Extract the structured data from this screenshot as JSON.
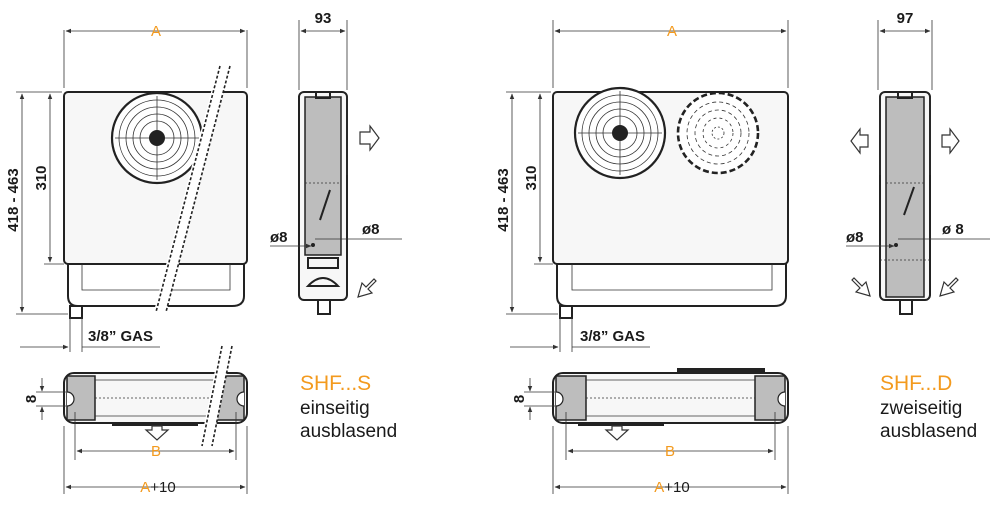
{
  "colors": {
    "accent": "#f39a1e",
    "line": "#222222",
    "fill_grey": "#bdbdbd"
  },
  "left": {
    "dim_width": "A",
    "dim_depth": "93",
    "dim_height_total": "418 - 463",
    "dim_height_body": "310",
    "dim_pipe": "3/8” GAS",
    "dim_hole_left": "ø8",
    "dim_hole_right": "ø8",
    "dim_bottom_8": "8",
    "dim_B": "B",
    "dim_A10_A": "A",
    "dim_A10_plus": "+10",
    "model": "SHF...S",
    "desc_line1": "einseitig",
    "desc_line2": "ausblasend"
  },
  "right": {
    "dim_width": "A",
    "dim_depth": "97",
    "dim_height_total": "418 - 463",
    "dim_height_body": "310",
    "dim_pipe": "3/8” GAS",
    "dim_hole_left": "ø8",
    "dim_hole_right": "ø 8",
    "dim_bottom_8": "8",
    "dim_B": "B",
    "dim_A10_A": "A",
    "dim_A10_plus": "+10",
    "model": "SHF...D",
    "desc_line1": "zweiseitig",
    "desc_line2": "ausblasend"
  }
}
